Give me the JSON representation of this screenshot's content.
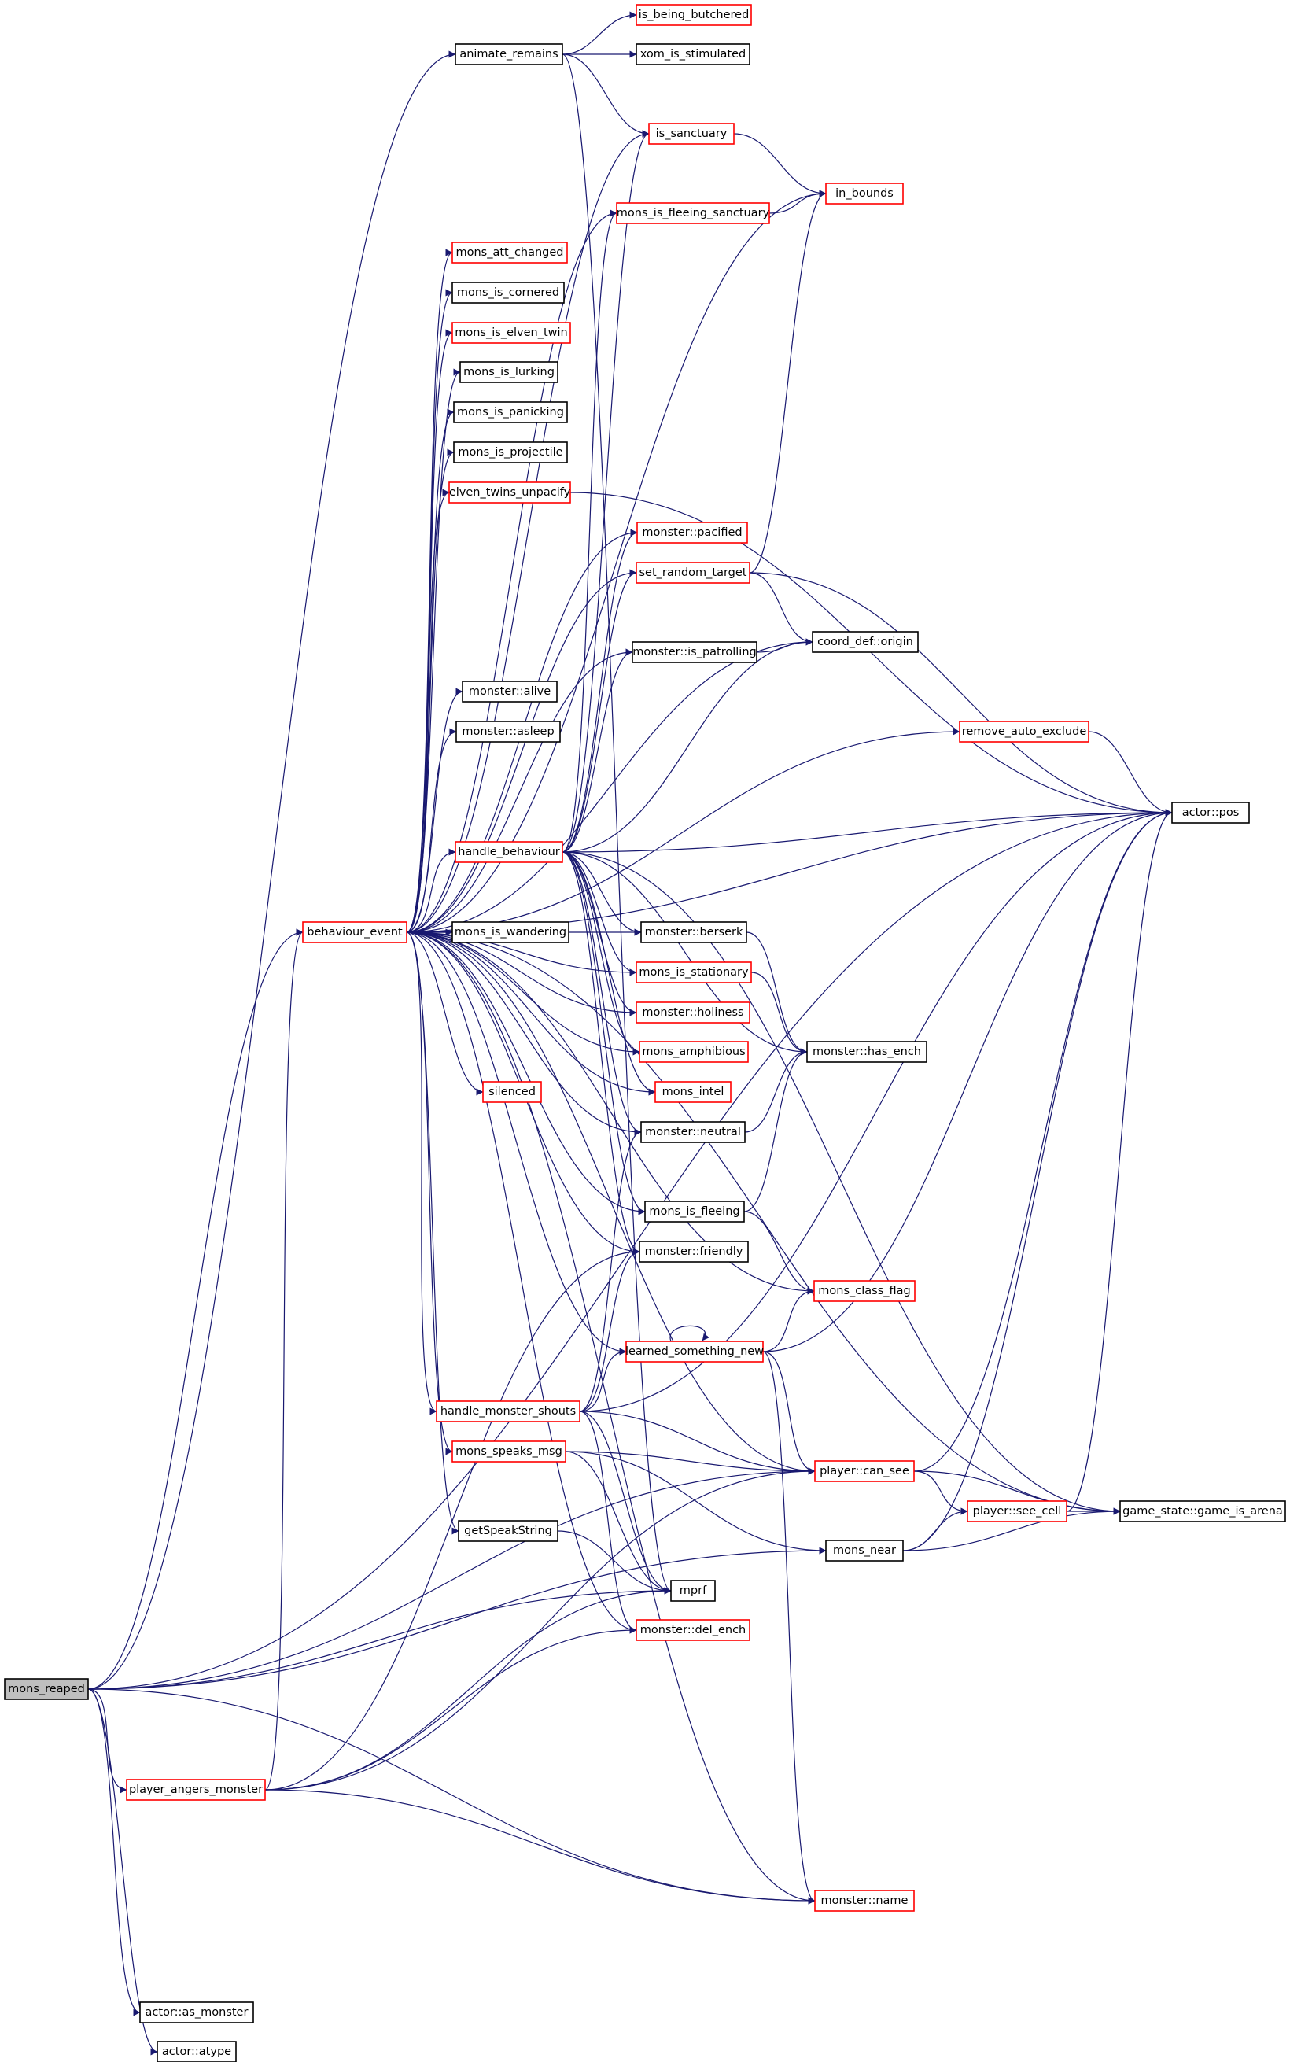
{
  "nodes": [
    {
      "id": "mons_reaped",
      "label": "mons_reaped",
      "style": "root"
    },
    {
      "id": "animate_remains",
      "label": "animate_remains",
      "style": "black"
    },
    {
      "id": "is_being_butchered",
      "label": "is_being_butchered",
      "style": "red"
    },
    {
      "id": "xom_is_stimulated",
      "label": "xom_is_stimulated",
      "style": "black"
    },
    {
      "id": "is_sanctuary",
      "label": "is_sanctuary",
      "style": "red"
    },
    {
      "id": "in_bounds",
      "label": "in_bounds",
      "style": "red"
    },
    {
      "id": "mons_is_fleeing_sanctuary",
      "label": "mons_is_fleeing_sanctuary",
      "style": "red"
    },
    {
      "id": "mons_att_changed",
      "label": "mons_att_changed",
      "style": "red"
    },
    {
      "id": "mons_is_cornered",
      "label": "mons_is_cornered",
      "style": "black"
    },
    {
      "id": "mons_is_elven_twin",
      "label": "mons_is_elven_twin",
      "style": "red"
    },
    {
      "id": "mons_is_lurking",
      "label": "mons_is_lurking",
      "style": "black"
    },
    {
      "id": "mons_is_panicking",
      "label": "mons_is_panicking",
      "style": "black"
    },
    {
      "id": "mons_is_projectile",
      "label": "mons_is_projectile",
      "style": "black"
    },
    {
      "id": "elven_twins_unpacify",
      "label": "elven_twins_unpacify",
      "style": "red"
    },
    {
      "id": "monster_pacified",
      "label": "monster::pacified",
      "style": "red"
    },
    {
      "id": "set_random_target",
      "label": "set_random_target",
      "style": "red"
    },
    {
      "id": "coord_def_origin",
      "label": "coord_def::origin",
      "style": "black"
    },
    {
      "id": "monster_is_patrolling",
      "label": "monster::is_patrolling",
      "style": "black"
    },
    {
      "id": "monster_alive",
      "label": "monster::alive",
      "style": "black"
    },
    {
      "id": "monster_asleep",
      "label": "monster::asleep",
      "style": "black"
    },
    {
      "id": "remove_auto_exclude",
      "label": "remove_auto_exclude",
      "style": "red"
    },
    {
      "id": "actor_pos",
      "label": "actor::pos",
      "style": "black"
    },
    {
      "id": "handle_behaviour",
      "label": "handle_behaviour",
      "style": "red"
    },
    {
      "id": "behaviour_event",
      "label": "behaviour_event",
      "style": "red"
    },
    {
      "id": "mons_is_wandering",
      "label": "mons_is_wandering",
      "style": "black"
    },
    {
      "id": "monster_berserk",
      "label": "monster::berserk",
      "style": "black"
    },
    {
      "id": "mons_is_stationary",
      "label": "mons_is_stationary",
      "style": "red"
    },
    {
      "id": "monster_holiness",
      "label": "monster::holiness",
      "style": "red"
    },
    {
      "id": "mons_amphibious",
      "label": "mons_amphibious",
      "style": "red"
    },
    {
      "id": "monster_has_ench",
      "label": "monster::has_ench",
      "style": "black"
    },
    {
      "id": "silenced",
      "label": "silenced",
      "style": "red"
    },
    {
      "id": "mons_intel",
      "label": "mons_intel",
      "style": "red"
    },
    {
      "id": "monster_neutral",
      "label": "monster::neutral",
      "style": "black"
    },
    {
      "id": "mons_is_fleeing",
      "label": "mons_is_fleeing",
      "style": "black"
    },
    {
      "id": "monster_friendly",
      "label": "monster::friendly",
      "style": "black"
    },
    {
      "id": "mons_class_flag",
      "label": "mons_class_flag",
      "style": "red"
    },
    {
      "id": "learned_something_new",
      "label": "learned_something_new",
      "style": "red"
    },
    {
      "id": "handle_monster_shouts",
      "label": "handle_monster_shouts",
      "style": "red"
    },
    {
      "id": "mons_speaks_msg",
      "label": "mons_speaks_msg",
      "style": "red"
    },
    {
      "id": "player_can_see",
      "label": "player::can_see",
      "style": "red"
    },
    {
      "id": "player_see_cell",
      "label": "player::see_cell",
      "style": "red"
    },
    {
      "id": "game_state_game_is_arena",
      "label": "game_state::game_is_arena",
      "style": "black"
    },
    {
      "id": "getSpeakString",
      "label": "getSpeakString",
      "style": "black"
    },
    {
      "id": "mons_near",
      "label": "mons_near",
      "style": "black"
    },
    {
      "id": "mprf",
      "label": "mprf",
      "style": "black"
    },
    {
      "id": "monster_del_ench",
      "label": "monster::del_ench",
      "style": "red"
    },
    {
      "id": "player_angers_monster",
      "label": "player_angers_monster",
      "style": "red"
    },
    {
      "id": "monster_name",
      "label": "monster::name",
      "style": "red"
    },
    {
      "id": "actor_as_monster",
      "label": "actor::as_monster",
      "style": "black"
    },
    {
      "id": "actor_atype",
      "label": "actor::atype",
      "style": "black"
    }
  ],
  "edges": [
    [
      "mons_reaped",
      "animate_remains"
    ],
    [
      "mons_reaped",
      "actor_pos"
    ],
    [
      "mons_reaped",
      "behaviour_event"
    ],
    [
      "mons_reaped",
      "mprf"
    ],
    [
      "mons_reaped",
      "player_can_see"
    ],
    [
      "mons_reaped",
      "mons_near"
    ],
    [
      "mons_reaped",
      "player_angers_monster"
    ],
    [
      "mons_reaped",
      "monster_name"
    ],
    [
      "mons_reaped",
      "actor_as_monster"
    ],
    [
      "mons_reaped",
      "actor_atype"
    ],
    [
      "animate_remains",
      "is_being_butchered"
    ],
    [
      "animate_remains",
      "xom_is_stimulated"
    ],
    [
      "animate_remains",
      "is_sanctuary"
    ],
    [
      "animate_remains",
      "mprf"
    ],
    [
      "is_sanctuary",
      "in_bounds"
    ],
    [
      "mons_is_fleeing_sanctuary",
      "in_bounds"
    ],
    [
      "set_random_target",
      "in_bounds"
    ],
    [
      "set_random_target",
      "coord_def_origin"
    ],
    [
      "set_random_target",
      "actor_pos"
    ],
    [
      "monster_is_patrolling",
      "coord_def_origin"
    ],
    [
      "elven_twins_unpacify",
      "actor_pos"
    ],
    [
      "remove_auto_exclude",
      "actor_pos"
    ],
    [
      "behaviour_event",
      "is_sanctuary"
    ],
    [
      "behaviour_event",
      "in_bounds"
    ],
    [
      "behaviour_event",
      "mons_is_fleeing_sanctuary"
    ],
    [
      "behaviour_event",
      "mons_att_changed"
    ],
    [
      "behaviour_event",
      "mons_is_cornered"
    ],
    [
      "behaviour_event",
      "mons_is_elven_twin"
    ],
    [
      "behaviour_event",
      "mons_is_lurking"
    ],
    [
      "behaviour_event",
      "mons_is_panicking"
    ],
    [
      "behaviour_event",
      "mons_is_projectile"
    ],
    [
      "behaviour_event",
      "elven_twins_unpacify"
    ],
    [
      "behaviour_event",
      "monster_pacified"
    ],
    [
      "behaviour_event",
      "set_random_target"
    ],
    [
      "behaviour_event",
      "coord_def_origin"
    ],
    [
      "behaviour_event",
      "monster_is_patrolling"
    ],
    [
      "behaviour_event",
      "monster_alive"
    ],
    [
      "behaviour_event",
      "monster_asleep"
    ],
    [
      "behaviour_event",
      "remove_auto_exclude"
    ],
    [
      "behaviour_event",
      "actor_pos"
    ],
    [
      "behaviour_event",
      "handle_behaviour"
    ],
    [
      "behaviour_event",
      "mons_is_wandering"
    ],
    [
      "behaviour_event",
      "monster_berserk"
    ],
    [
      "behaviour_event",
      "mons_is_stationary"
    ],
    [
      "behaviour_event",
      "monster_holiness"
    ],
    [
      "behaviour_event",
      "mons_amphibious"
    ],
    [
      "behaviour_event",
      "silenced"
    ],
    [
      "behaviour_event",
      "mons_intel"
    ],
    [
      "behaviour_event",
      "monster_neutral"
    ],
    [
      "behaviour_event",
      "mons_is_fleeing"
    ],
    [
      "behaviour_event",
      "monster_friendly"
    ],
    [
      "behaviour_event",
      "mons_class_flag"
    ],
    [
      "behaviour_event",
      "learned_something_new"
    ],
    [
      "behaviour_event",
      "handle_monster_shouts"
    ],
    [
      "behaviour_event",
      "mons_speaks_msg"
    ],
    [
      "behaviour_event",
      "player_can_see"
    ],
    [
      "behaviour_event",
      "getSpeakString"
    ],
    [
      "behaviour_event",
      "monster_del_ench"
    ],
    [
      "behaviour_event",
      "game_state_game_is_arena"
    ],
    [
      "behaviour_event",
      "monster_name"
    ],
    [
      "handle_behaviour",
      "is_sanctuary"
    ],
    [
      "handle_behaviour",
      "mons_is_fleeing_sanctuary"
    ],
    [
      "handle_behaviour",
      "monster_pacified"
    ],
    [
      "handle_behaviour",
      "set_random_target"
    ],
    [
      "handle_behaviour",
      "coord_def_origin"
    ],
    [
      "handle_behaviour",
      "monster_is_patrolling"
    ],
    [
      "handle_behaviour",
      "actor_pos"
    ],
    [
      "handle_behaviour",
      "monster_berserk"
    ],
    [
      "handle_behaviour",
      "mons_is_stationary"
    ],
    [
      "handle_behaviour",
      "monster_holiness"
    ],
    [
      "handle_behaviour",
      "mons_amphibious"
    ],
    [
      "handle_behaviour",
      "monster_has_ench"
    ],
    [
      "handle_behaviour",
      "mons_intel"
    ],
    [
      "handle_behaviour",
      "monster_neutral"
    ],
    [
      "handle_behaviour",
      "mons_is_fleeing"
    ],
    [
      "handle_behaviour",
      "monster_friendly"
    ],
    [
      "handle_behaviour",
      "game_state_game_is_arena"
    ],
    [
      "monster_berserk",
      "monster_has_ench"
    ],
    [
      "mons_is_stationary",
      "monster_has_ench"
    ],
    [
      "monster_neutral",
      "monster_has_ench"
    ],
    [
      "mons_is_fleeing",
      "monster_has_ench"
    ],
    [
      "mons_is_fleeing",
      "mons_class_flag"
    ],
    [
      "learned_something_new",
      "learned_something_new"
    ],
    [
      "learned_something_new",
      "mons_class_flag"
    ],
    [
      "learned_something_new",
      "actor_pos"
    ],
    [
      "learned_something_new",
      "player_can_see"
    ],
    [
      "learned_something_new",
      "monster_name"
    ],
    [
      "handle_monster_shouts",
      "monster_neutral"
    ],
    [
      "handle_monster_shouts",
      "monster_friendly"
    ],
    [
      "handle_monster_shouts",
      "learned_something_new"
    ],
    [
      "handle_monster_shouts",
      "actor_pos"
    ],
    [
      "handle_monster_shouts",
      "player_can_see"
    ],
    [
      "handle_monster_shouts",
      "mprf"
    ],
    [
      "handle_monster_shouts",
      "monster_del_ench"
    ],
    [
      "mons_speaks_msg",
      "player_can_see"
    ],
    [
      "mons_speaks_msg",
      "mons_near"
    ],
    [
      "mons_speaks_msg",
      "mprf"
    ],
    [
      "player_can_see",
      "actor_pos"
    ],
    [
      "player_can_see",
      "player_see_cell"
    ],
    [
      "player_can_see",
      "game_state_game_is_arena"
    ],
    [
      "player_see_cell",
      "actor_pos"
    ],
    [
      "player_see_cell",
      "game_state_game_is_arena"
    ],
    [
      "mons_near",
      "player_see_cell"
    ],
    [
      "mons_near",
      "actor_pos"
    ],
    [
      "mons_near",
      "game_state_game_is_arena"
    ],
    [
      "getSpeakString",
      "mprf"
    ],
    [
      "player_angers_monster",
      "behaviour_event"
    ],
    [
      "player_angers_monster",
      "monster_friendly"
    ],
    [
      "player_angers_monster",
      "mprf"
    ],
    [
      "player_angers_monster",
      "monster_del_ench"
    ],
    [
      "player_angers_monster",
      "player_can_see"
    ],
    [
      "player_angers_monster",
      "monster_name"
    ]
  ]
}
